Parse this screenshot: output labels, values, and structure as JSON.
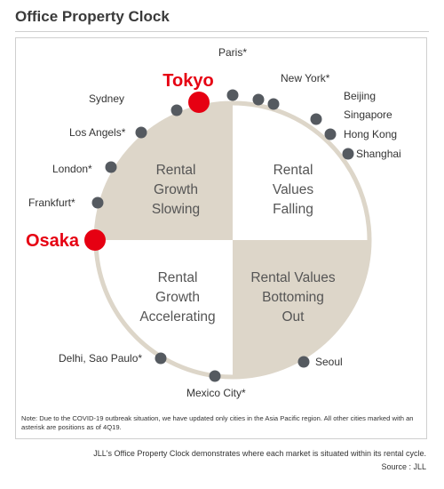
{
  "title": "Office Property Clock",
  "quadrants": {
    "top_left": [
      "Rental",
      "Growth",
      "Slowing"
    ],
    "top_right": [
      "Rental",
      "Values",
      "Falling"
    ],
    "bottom_left": [
      "Rental",
      "Growth",
      "Accelerating"
    ],
    "bottom_right": [
      "Rental Values",
      "Bottoming",
      "Out"
    ]
  },
  "cities": [
    {
      "label": "Tokyo",
      "highlight": true
    },
    {
      "label": "Osaka",
      "highlight": true
    },
    {
      "label": "Sydney",
      "highlight": false
    },
    {
      "label": "Los Angels*",
      "highlight": false
    },
    {
      "label": "London*",
      "highlight": false
    },
    {
      "label": "Frankfurt*",
      "highlight": false
    },
    {
      "label": "Paris*",
      "highlight": false
    },
    {
      "label": "New York*",
      "highlight": false
    },
    {
      "label": "Beijing",
      "highlight": false
    },
    {
      "label": "Singapore",
      "highlight": false
    },
    {
      "label": "Hong Kong",
      "highlight": false
    },
    {
      "label": "Shanghai",
      "highlight": false
    },
    {
      "label": "Seoul",
      "highlight": false
    },
    {
      "label": "Mexico City*",
      "highlight": false
    },
    {
      "label": "Delhi, Sao Paulo*",
      "highlight": false
    }
  ],
  "note": "Note: Due to the COVID-19 outbreak situation, we have updated only cities in the Asia Pacific region. All other cities marked with an asterisk are positions as of 4Q19.",
  "caption": "JLL's Office Property Clock demonstrates where each market is situated within its rental cycle.",
  "source": "Source : JLL",
  "colors": {
    "tan": "#ddd6c9",
    "highlight": "#e60012",
    "dot": "#555a60",
    "ring": "#ddd6c9",
    "quadrant_text": "#555555"
  }
}
